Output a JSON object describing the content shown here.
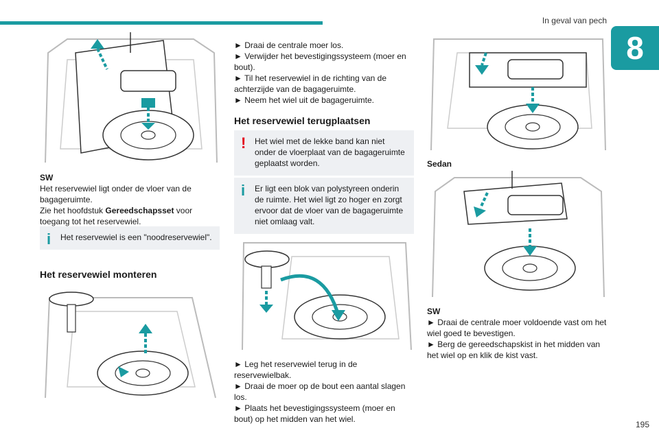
{
  "header": {
    "section": "In geval van pech",
    "chapter": "8"
  },
  "left": {
    "caption": "SW",
    "p1": "Het reservewiel ligt onder de vloer van de bagageruimte.",
    "p2_pre": "Zie het hoofdstuk ",
    "p2_bold": "Gereedschapsset",
    "p2_post": " voor toegang tot het reservewiel.",
    "note": "Het reservewiel is een \"noodreservewiel\".",
    "heading": "Het reservewiel monteren"
  },
  "middle": {
    "bullets_top": [
      "Draai de centrale moer los.",
      "Verwijder het bevestigingssysteem (moer en bout).",
      "Til het reservewiel in de richting van de achterzijde van de bagageruimte.",
      "Neem het wiel uit de bagageruimte."
    ],
    "heading": "Het reservewiel terugplaatsen",
    "warn_note": "Het wiel met de lekke band kan niet onder de vloerplaat van de bagageruimte geplaatst worden.",
    "info_note": "Er ligt een blok van polystyreen onderin de ruimte. Het wiel ligt zo hoger en zorgt ervoor dat de vloer van de bagageruimte niet omlaag valt.",
    "bullets_bottom": [
      "Leg het reservewiel terug in de reservewielbak.",
      "Draai de moer op de bout een aantal slagen los.",
      "Plaats het bevestigingssysteem (moer en bout) op het midden van het wiel."
    ]
  },
  "right": {
    "caption1": "Sedan",
    "caption2": "SW",
    "bullets": [
      "Draai de centrale moer voldoende vast om het wiel goed te bevestigen.",
      "Berg de gereedschapskist in het midden van het wiel op en klik de kist vast."
    ]
  },
  "bullet_glyph": "►",
  "page_number": "195",
  "colors": {
    "accent": "#1a9ba1",
    "warning": "#e3001b",
    "note_bg": "#eef0f3"
  }
}
